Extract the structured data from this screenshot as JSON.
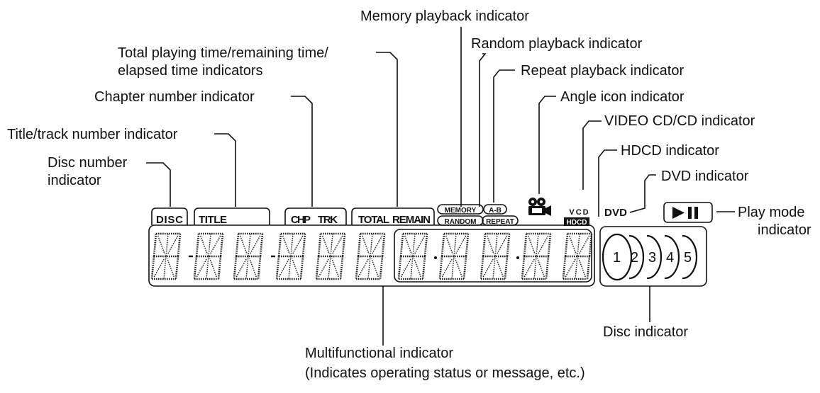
{
  "callouts": {
    "memory": "Memory playback indicator",
    "random": "Random playback indicator",
    "total_line1": "Total playing time/remaining time/",
    "total_line2": "elapsed time indicators",
    "repeat": "Repeat playback indicator",
    "chapter": "Chapter number indicator",
    "angle": "Angle icon indicator",
    "vcd": "VIDEO CD/CD indicator",
    "title_track": "Title/track number indicator",
    "hdcd": "HDCD indicator",
    "disc_number_line1": "Disc number",
    "disc_number_line2": "indicator",
    "dvd": "DVD indicator",
    "play_mode_line1": "Play mode",
    "play_mode_line2": "indicator",
    "disc": "Disc indicator",
    "multi_line1": "Multifunctional indicator",
    "multi_line2": "(Indicates operating status or message, etc.)"
  },
  "panel": {
    "disc": "DISC",
    "title": "TITLE",
    "chp": "CHP",
    "trk": "TRK",
    "total": "TOTAL",
    "remain": "REMAIN",
    "memory": "MEMORY",
    "random": "RANDOM",
    "ab": "A-B",
    "repeat": "REPEAT",
    "vcd": "VCD",
    "hdcd": "HDCD",
    "dvd": "DVD",
    "discs": [
      "1",
      "2",
      "3",
      "4",
      "5"
    ]
  },
  "icons": {
    "angle": "movie-camera-icon",
    "play": "play-icon",
    "pause": "pause-icon"
  }
}
